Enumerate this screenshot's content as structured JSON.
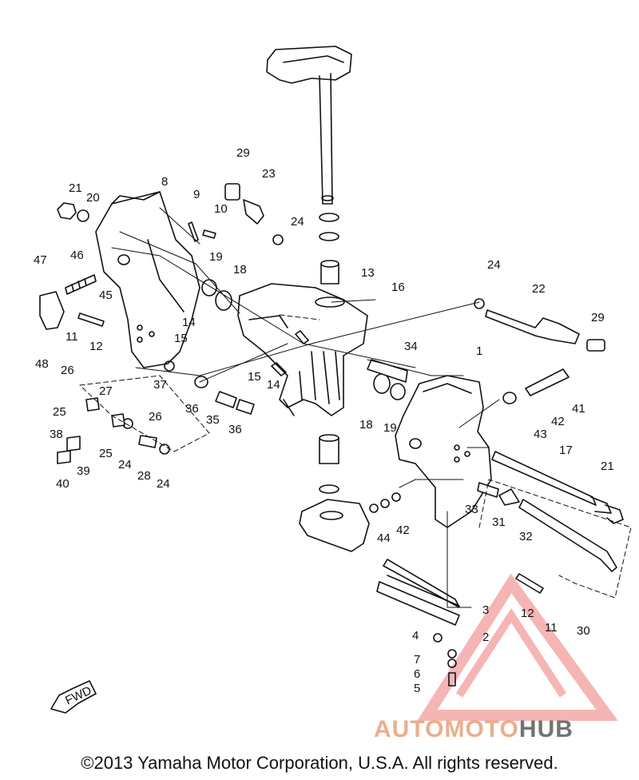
{
  "callouts": [
    {
      "id": "1",
      "text": "1"
    },
    {
      "id": "2",
      "text": "2"
    },
    {
      "id": "3",
      "text": "3"
    },
    {
      "id": "4",
      "text": "4"
    },
    {
      "id": "5",
      "text": "5"
    },
    {
      "id": "6",
      "text": "6"
    },
    {
      "id": "7",
      "text": "7"
    },
    {
      "id": "8",
      "text": "8"
    },
    {
      "id": "9",
      "text": "9"
    },
    {
      "id": "10",
      "text": "10"
    },
    {
      "id": "11a",
      "text": "11"
    },
    {
      "id": "11b",
      "text": "11"
    },
    {
      "id": "12a",
      "text": "12"
    },
    {
      "id": "12b",
      "text": "12"
    },
    {
      "id": "13",
      "text": "13"
    },
    {
      "id": "14a",
      "text": "14"
    },
    {
      "id": "14b",
      "text": "14"
    },
    {
      "id": "15a",
      "text": "15"
    },
    {
      "id": "15b",
      "text": "15"
    },
    {
      "id": "16",
      "text": "16"
    },
    {
      "id": "17",
      "text": "17"
    },
    {
      "id": "18a",
      "text": "18"
    },
    {
      "id": "18b",
      "text": "18"
    },
    {
      "id": "19a",
      "text": "19"
    },
    {
      "id": "19b",
      "text": "19"
    },
    {
      "id": "20",
      "text": "20"
    },
    {
      "id": "21a",
      "text": "21"
    },
    {
      "id": "21b",
      "text": "21"
    },
    {
      "id": "22",
      "text": "22"
    },
    {
      "id": "23",
      "text": "23"
    },
    {
      "id": "24a",
      "text": "24"
    },
    {
      "id": "24b",
      "text": "24"
    },
    {
      "id": "24c",
      "text": "24"
    },
    {
      "id": "24d",
      "text": "24"
    },
    {
      "id": "25a",
      "text": "25"
    },
    {
      "id": "25b",
      "text": "25"
    },
    {
      "id": "26a",
      "text": "26"
    },
    {
      "id": "26b",
      "text": "26"
    },
    {
      "id": "27",
      "text": "27"
    },
    {
      "id": "28",
      "text": "28"
    },
    {
      "id": "29a",
      "text": "29"
    },
    {
      "id": "29b",
      "text": "29"
    },
    {
      "id": "30",
      "text": "30"
    },
    {
      "id": "31",
      "text": "31"
    },
    {
      "id": "32",
      "text": "32"
    },
    {
      "id": "33",
      "text": "33"
    },
    {
      "id": "34",
      "text": "34"
    },
    {
      "id": "35",
      "text": "35"
    },
    {
      "id": "36a",
      "text": "36"
    },
    {
      "id": "36b",
      "text": "36"
    },
    {
      "id": "37",
      "text": "37"
    },
    {
      "id": "38",
      "text": "38"
    },
    {
      "id": "39",
      "text": "39"
    },
    {
      "id": "40",
      "text": "40"
    },
    {
      "id": "41",
      "text": "41"
    },
    {
      "id": "42a",
      "text": "42"
    },
    {
      "id": "42b",
      "text": "42"
    },
    {
      "id": "43",
      "text": "43"
    },
    {
      "id": "44",
      "text": "44"
    },
    {
      "id": "45",
      "text": "45"
    },
    {
      "id": "46",
      "text": "46"
    },
    {
      "id": "47",
      "text": "47"
    },
    {
      "id": "48",
      "text": "48"
    }
  ],
  "fwd_label": "FWD",
  "watermark": {
    "part1": "AUTOMOTO",
    "part2": "HUB"
  },
  "copyright": "©2013 Yamaha Motor Corporation, U.S.A. All rights reserved."
}
